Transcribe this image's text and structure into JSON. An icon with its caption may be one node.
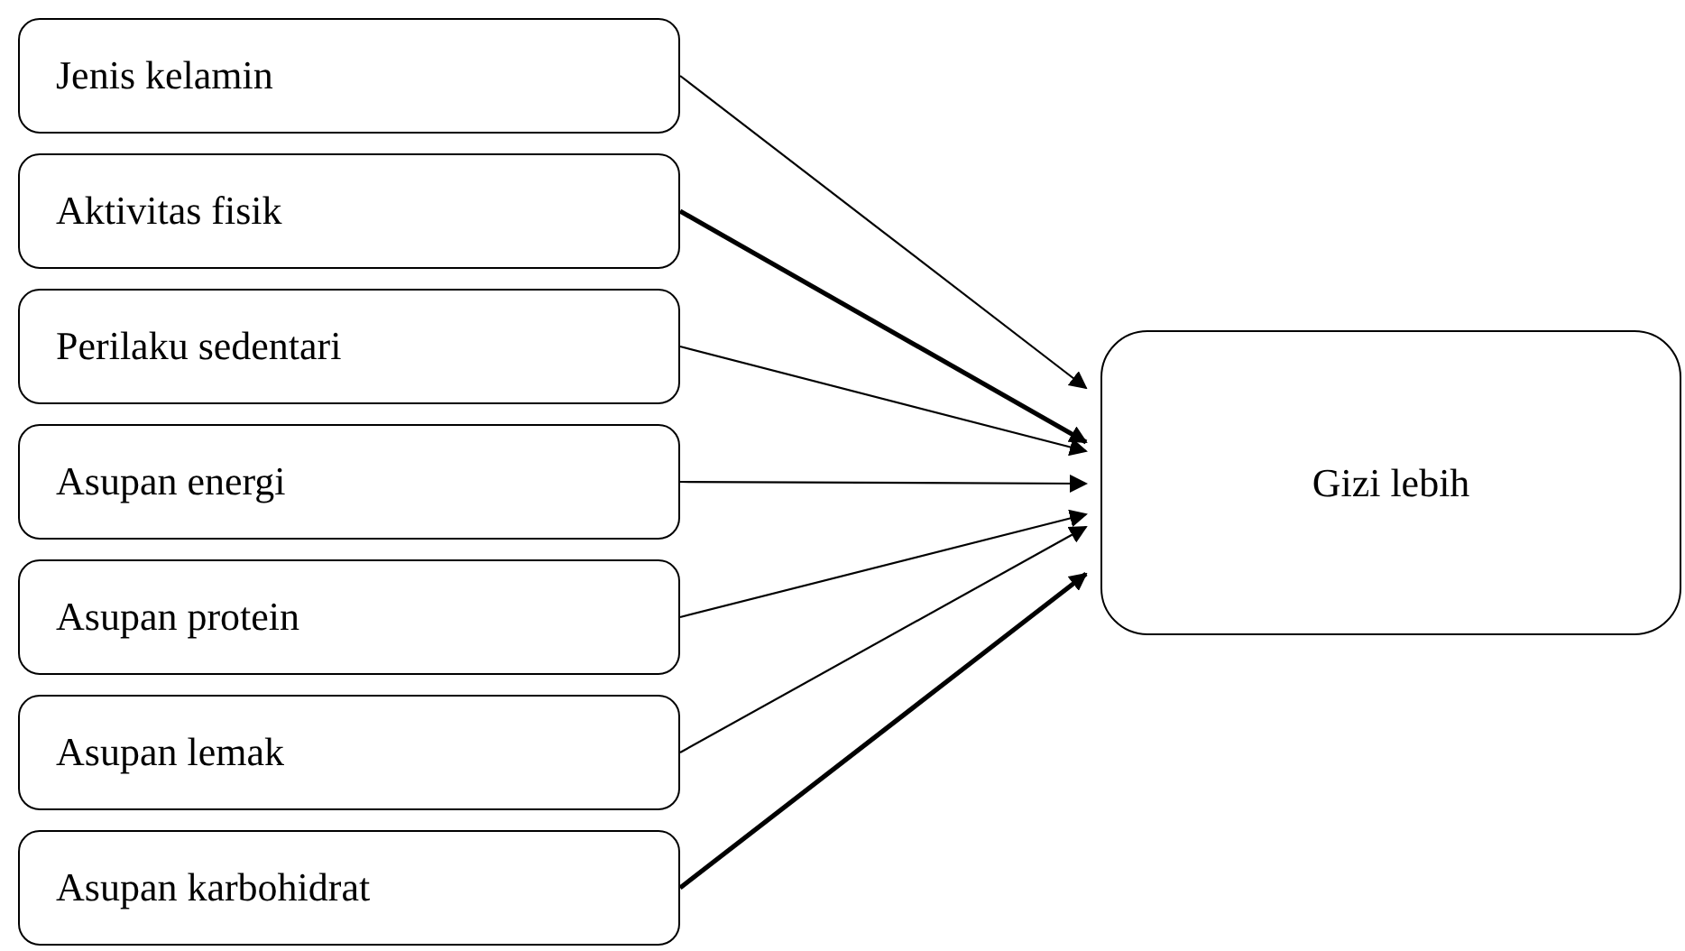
{
  "diagram": {
    "nodes": [
      {
        "text": [
          "Jenis kelamin"
        ]
      },
      {
        "text": [
          "Aktivitas fisik"
        ]
      },
      {
        "text": [
          "Perilaku sedentari"
        ]
      },
      {
        "text": [
          "Asupan energi"
        ]
      },
      {
        "text": [
          "Asupan protein"
        ]
      },
      {
        "text": [
          "Asupan lemak"
        ]
      },
      {
        "text": [
          "Asupan karbohidrat"
        ]
      },
      {
        "text": [
          "Gizi lebih"
        ]
      }
    ],
    "edges": [
      {
        "from": 0,
        "to": 7,
        "arrow": "to"
      },
      {
        "from": 1,
        "to": 7,
        "arrow": "to",
        "style": "thick"
      },
      {
        "from": 2,
        "to": 7,
        "arrow": "to"
      },
      {
        "from": 3,
        "to": 7,
        "arrow": "to"
      },
      {
        "from": 4,
        "to": 7,
        "arrow": "to"
      },
      {
        "from": 5,
        "to": 7,
        "arrow": "to"
      },
      {
        "from": 6,
        "to": 7,
        "arrow": "to",
        "style": "thick"
      }
    ]
  }
}
